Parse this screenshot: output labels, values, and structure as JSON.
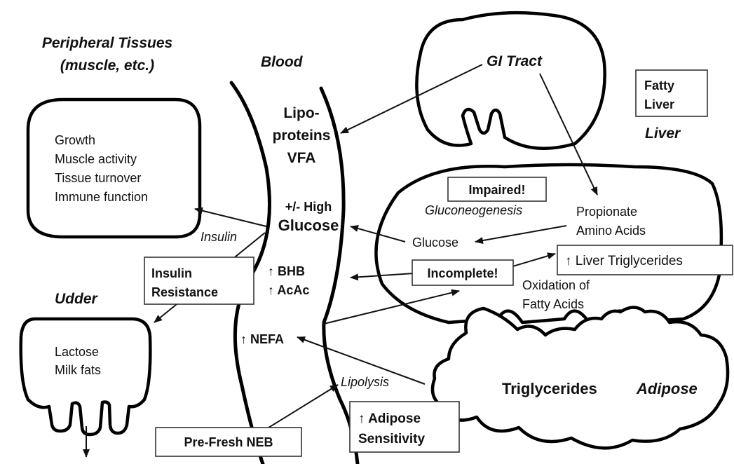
{
  "regions": {
    "peripheral_line1": "Peripheral Tissues",
    "peripheral_line2": "(muscle, etc.)",
    "blood": "Blood",
    "gi_tract": "GI Tract",
    "liver": "Liver",
    "udder": "Udder",
    "adipose": "Adipose"
  },
  "peripheral_functions": [
    "Growth",
    "Muscle activity",
    "Tissue turnover",
    "Immune function"
  ],
  "udder_products": [
    "Lactose",
    "Milk fats"
  ],
  "blood_components": {
    "lipoproteins_line1": "Lipo-",
    "lipoproteins_line2": "proteins",
    "vfa": "VFA",
    "glucose_prefix": "+/- High",
    "glucose": "Glucose",
    "bhb": "↑ BHB",
    "acac": "↑ AcAc",
    "nefa": "↑ NEFA"
  },
  "liver_labels": {
    "gluconeogenesis": "Gluconeogenesis",
    "propionate": "Propionate",
    "amino_acids": "Amino Acids",
    "glucose": "Glucose",
    "oxidation_line1": "Oxidation of",
    "oxidation_line2": "Fatty Acids"
  },
  "adipose_labels": {
    "triglycerides": "Triglycerides"
  },
  "process_labels": {
    "insulin": "Insulin",
    "lipolysis": "Lipolysis"
  },
  "boxes": {
    "fatty_liver_line1": "Fatty",
    "fatty_liver_line2": "Liver",
    "impaired": "Impaired!",
    "incomplete": "Incomplete!",
    "liver_triglycerides": "↑ Liver Triglycerides",
    "insulin_resistance_line1": "Insulin",
    "insulin_resistance_line2": "Resistance",
    "adipose_sensitivity_line1": "↑ Adipose",
    "adipose_sensitivity_line2": "Sensitivity",
    "pre_fresh_neb": "Pre-Fresh NEB"
  }
}
